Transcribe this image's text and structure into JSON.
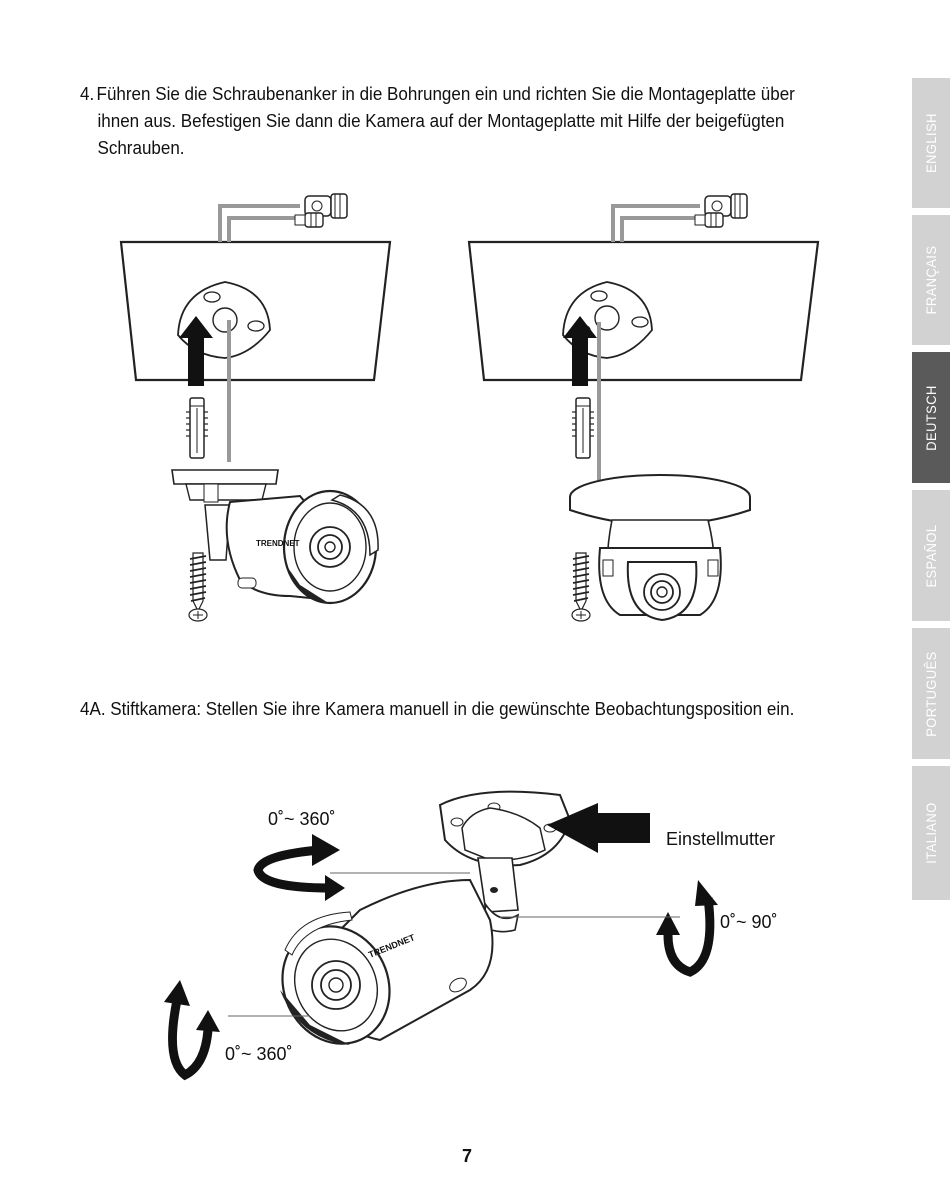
{
  "step4": {
    "number": "4.",
    "lines": [
      "Führen Sie die Schraubenanker in die Bohrungen ein und richten Sie die Montageplatte über",
      "ihnen aus. Befestigen Sie dann die Kamera auf der Montageplatte mit Hilfe der beigefügten",
      "Schrauben."
    ]
  },
  "step4a": {
    "text": "4A.  Stiftkamera: Stellen Sie ihre Kamera manuell in die gewünschte Beobachtungsposition ein."
  },
  "figure_top": {
    "brand_logo": "TRENDNET"
  },
  "figure_bottom": {
    "label_pan": "0˚~ 360˚",
    "label_adjust_nut": "Einstellmutter",
    "label_tilt": "0˚~ 90˚",
    "label_rotate": "0˚~ 360˚",
    "brand_logo": "TRENDNET"
  },
  "language_tabs": [
    {
      "label": "ENGLISH",
      "active": false
    },
    {
      "label": "FRANÇAIS",
      "active": false
    },
    {
      "label": "DEUTSCH",
      "active": true
    },
    {
      "label": "ESPAÑOL",
      "active": false
    },
    {
      "label": "PORTUGUÊS",
      "active": false
    },
    {
      "label": "ITALIANO",
      "active": false
    }
  ],
  "page_number": "7",
  "colors": {
    "tab_active": "#5a5a5a",
    "tab_inactive": "#d2d2d2",
    "cable_gray": "#999999"
  }
}
